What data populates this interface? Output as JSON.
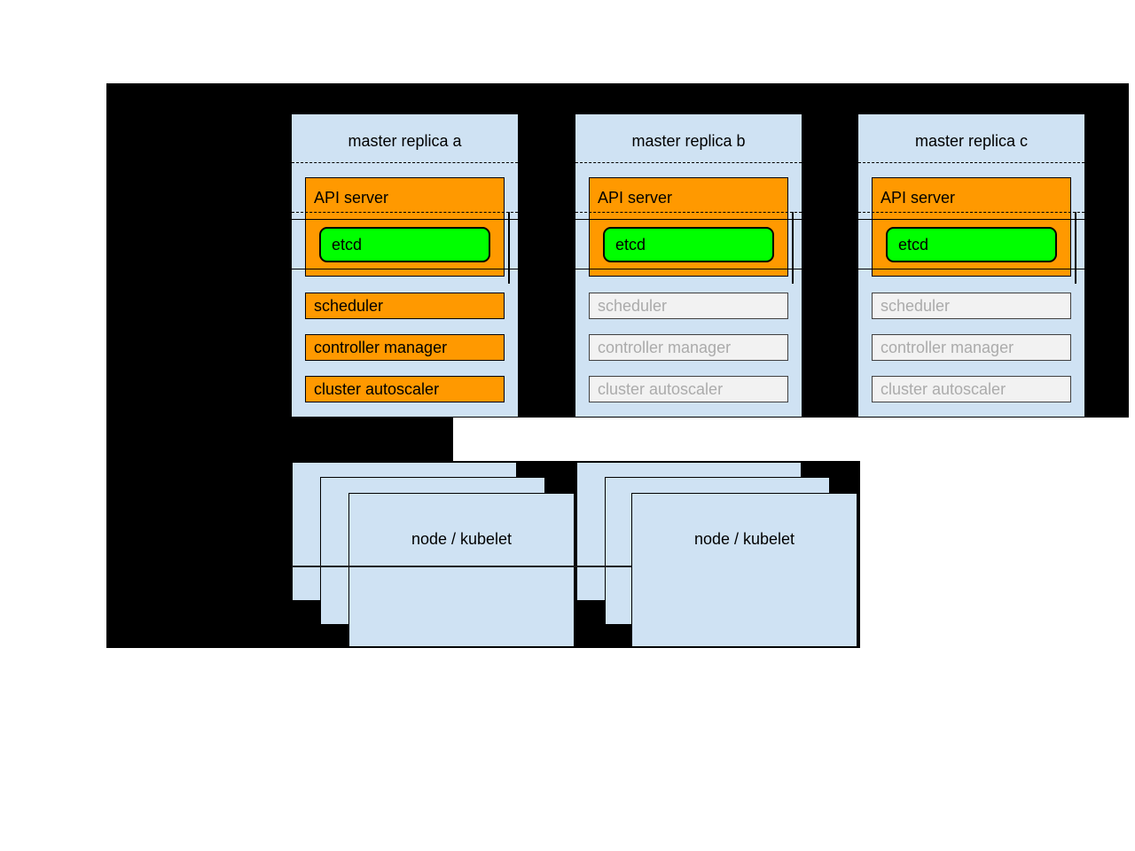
{
  "palette": {
    "backdrop": "#000000",
    "panel_blue": "#cfe2f3",
    "active_orange": "#ff9900",
    "etcd_green": "#00ff00",
    "inactive_fill": "#f2f2f2",
    "inactive_text": "#ababab",
    "line_color": "#000000"
  },
  "masters": [
    {
      "title": "master replica a",
      "state": "active",
      "api_server": "API server",
      "etcd": "etcd",
      "scheduler": "scheduler",
      "controller_manager": "controller manager",
      "cluster_autoscaler": "cluster autoscaler"
    },
    {
      "title": "master replica b",
      "state": "inactive",
      "api_server": "API server",
      "etcd": "etcd",
      "scheduler": "scheduler",
      "controller_manager": "controller manager",
      "cluster_autoscaler": "cluster autoscaler"
    },
    {
      "title": "master replica c",
      "state": "inactive",
      "api_server": "API server",
      "etcd": "etcd",
      "scheduler": "scheduler",
      "controller_manager": "controller manager",
      "cluster_autoscaler": "cluster autoscaler"
    }
  ],
  "node_groups": [
    {
      "label": "node / kubelet"
    },
    {
      "label": "node / kubelet"
    }
  ]
}
